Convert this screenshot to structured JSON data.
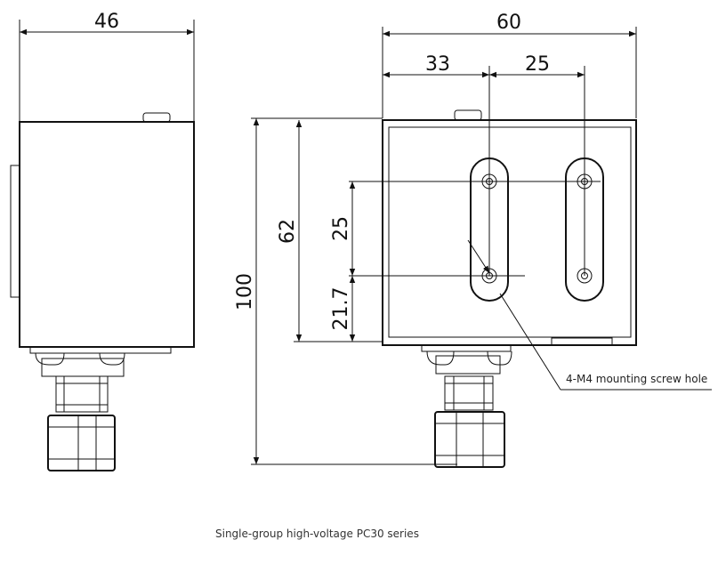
{
  "dimensions": {
    "side_width": "46",
    "front_width": "60",
    "hole_offset_left": "33",
    "hole_spacing_h": "25",
    "total_height": "100",
    "body_height": "62",
    "hole_spacing_v": "25",
    "hole_from_bottom": "21.7"
  },
  "annotation": {
    "screw_hole": "4-M4 mounting screw hole"
  },
  "caption": "Single-group high-voltage PC30 series"
}
